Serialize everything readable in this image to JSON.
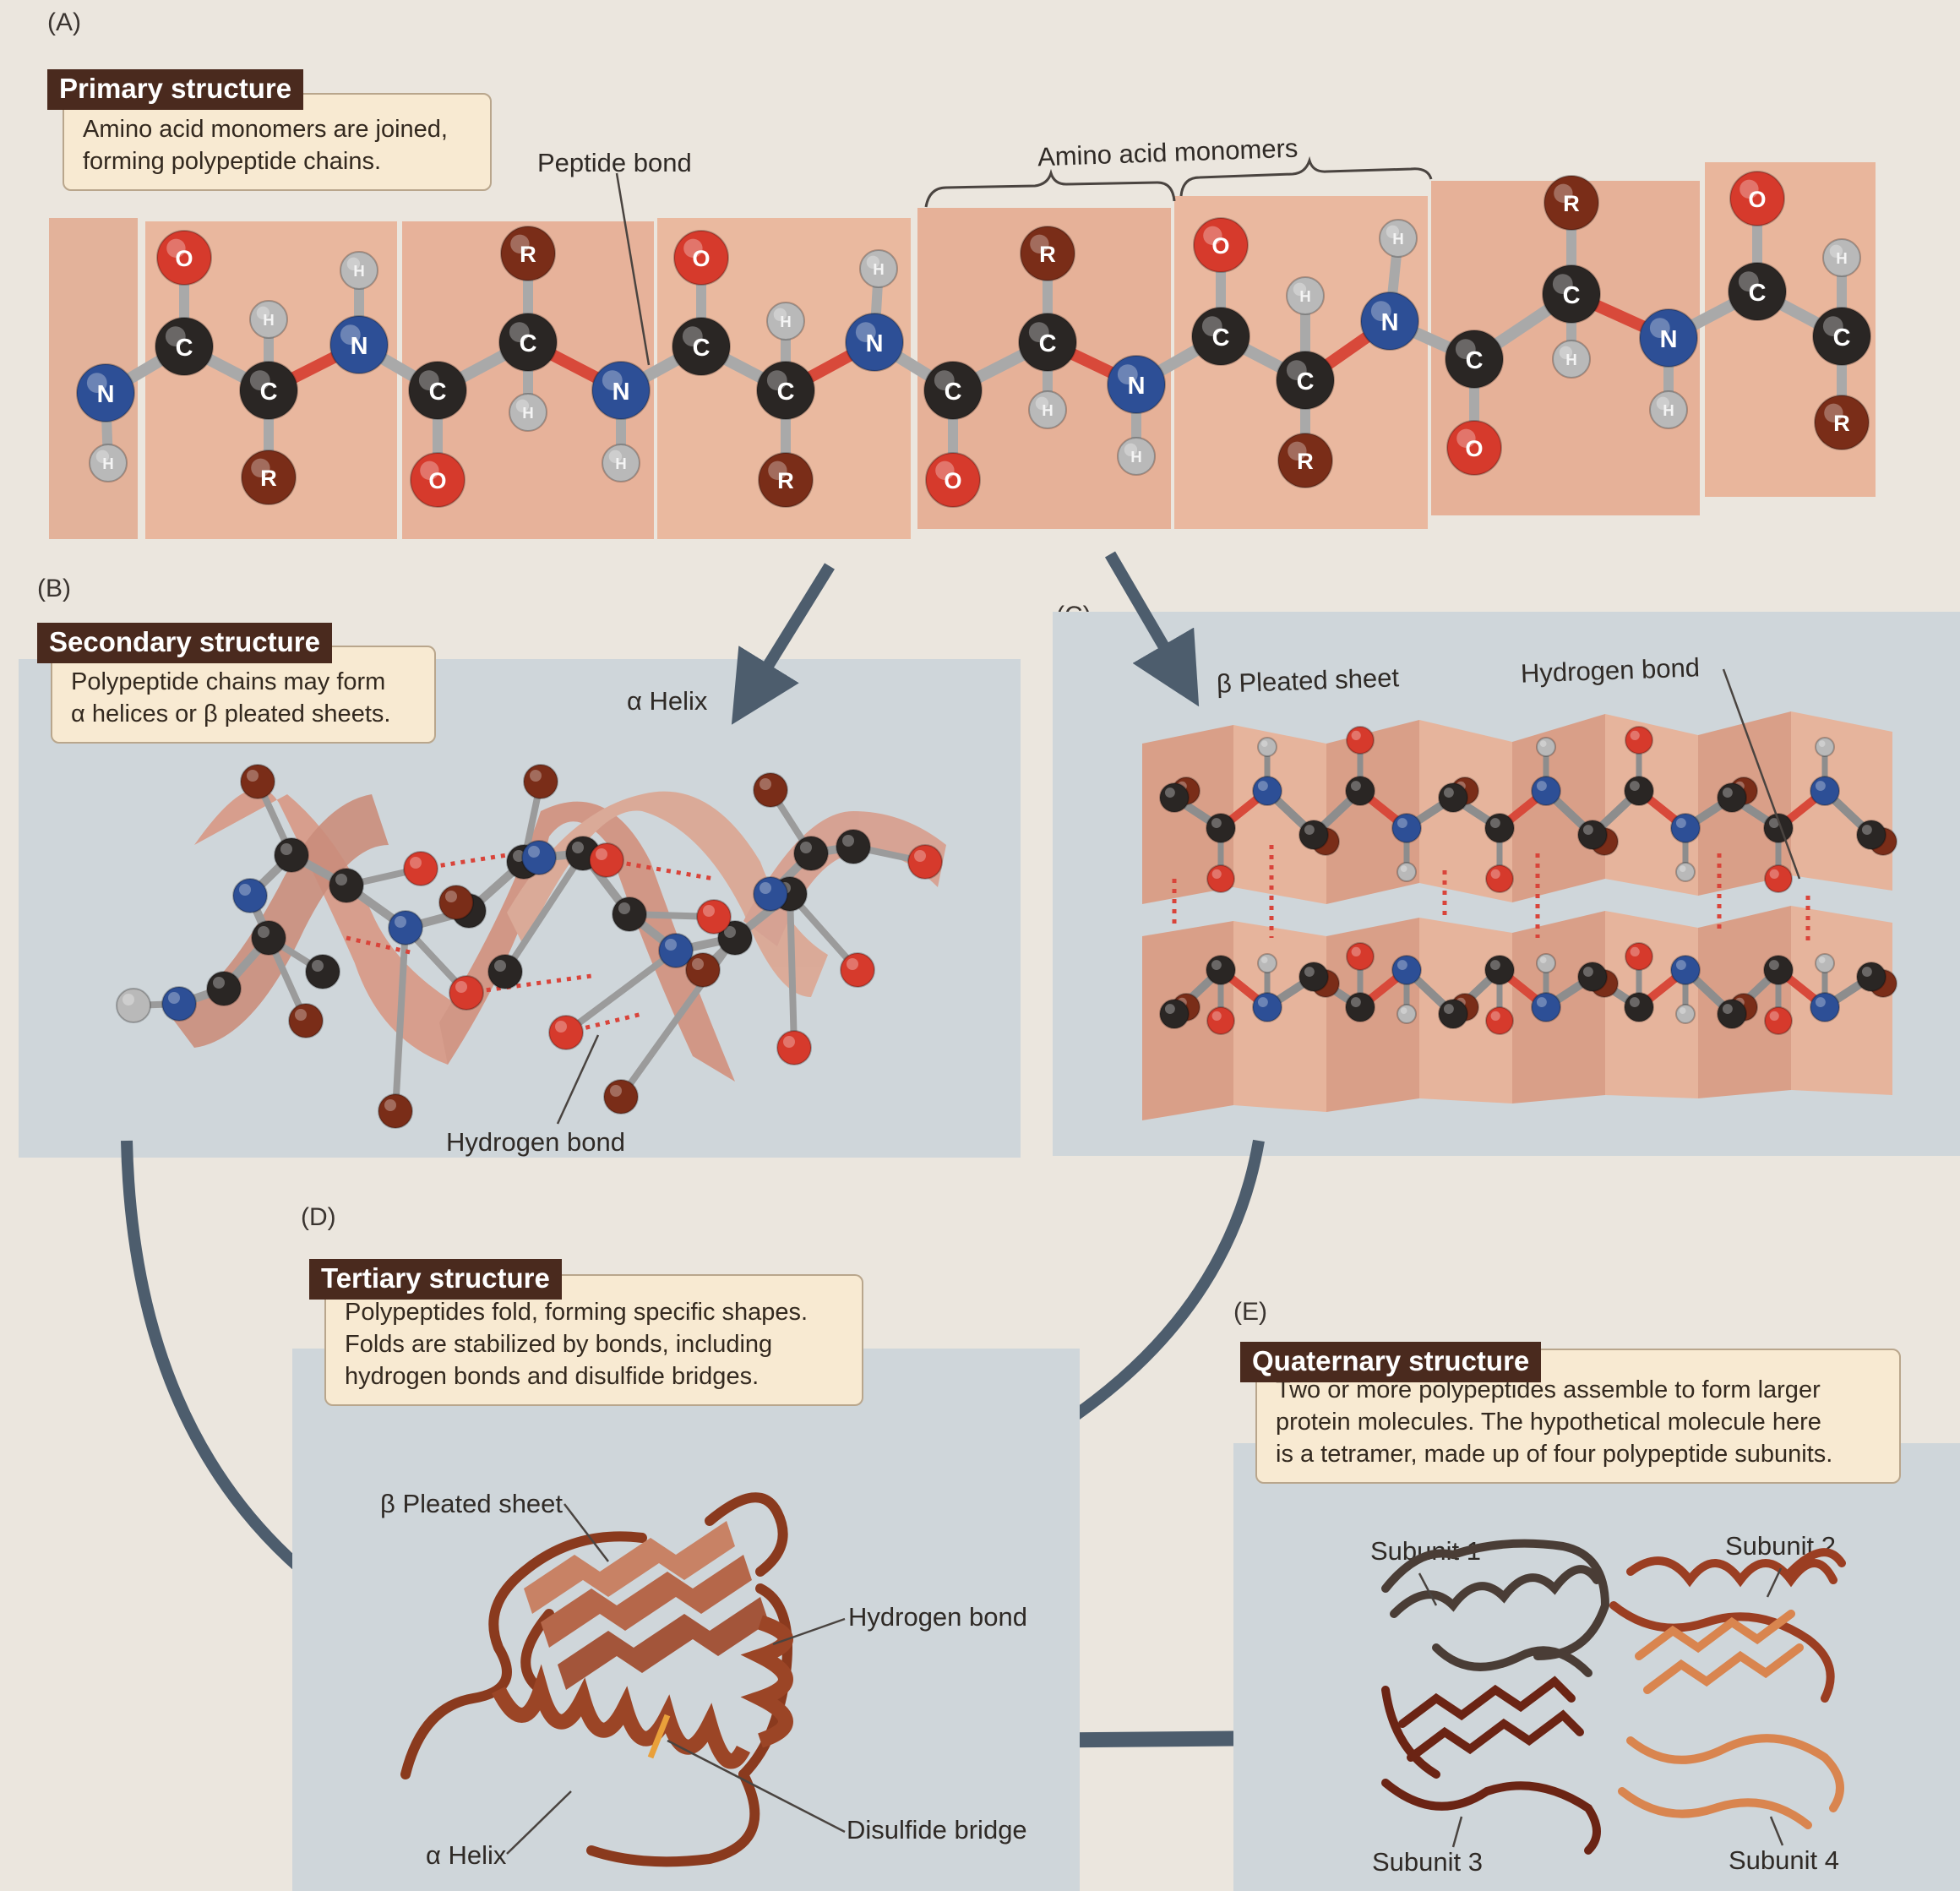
{
  "panel_a": {
    "letter": "(A)",
    "title": "Primary structure",
    "caption": [
      "Amino acid monomers are joined,",
      "forming polypeptide chains."
    ],
    "peptide_bond_label": "Peptide bond",
    "monomers_label": "Amino acid monomers"
  },
  "panel_b": {
    "letter": "(B)",
    "title": "Secondary structure",
    "caption": [
      "Polypeptide chains may form",
      "α helices or β pleated sheets."
    ],
    "helix_label": "α Helix",
    "hbond_label": "Hydrogen bond"
  },
  "panel_c": {
    "letter": "(C)",
    "sheet_label": "β Pleated sheet",
    "hbond_label": "Hydrogen bond"
  },
  "panel_d": {
    "letter": "(D)",
    "title": "Tertiary structure",
    "caption": [
      "Polypeptides fold, forming specific shapes.",
      "Folds are stabilized by bonds, including",
      "hydrogen bonds and disulfide bridges."
    ],
    "sheet_label": "β Pleated sheet",
    "hbond_label": "Hydrogen bond",
    "disulfide_label": "Disulfide bridge",
    "helix_label": "α Helix"
  },
  "panel_e": {
    "letter": "(E)",
    "title": "Quaternary structure",
    "caption": [
      "Two or more polypeptides assemble to form larger",
      "protein molecules. The hypothetical molecule here",
      "is a tetramer, made up of four polypeptide subunits."
    ],
    "subunit_1": "Subunit 1",
    "subunit_2": "Subunit 2",
    "subunit_3": "Subunit 3",
    "subunit_4": "Subunit 4"
  },
  "atom_symbols": {
    "carbon": "C",
    "nitrogen": "N",
    "oxygen": "O",
    "hydrogen": "H",
    "side_chain": "R"
  },
  "colors": {
    "carbon": "#2a2624",
    "nitrogen": "#2d4f96",
    "oxygen": "#d63a2c",
    "hydrogen": "#b9b9b9",
    "side_chain": "#7a2d18",
    "ribbon": "#d9977c",
    "panel_blue": "#cfd6da",
    "tag_brown": "#4a2a1e",
    "arrow": "#4d5d6d"
  }
}
